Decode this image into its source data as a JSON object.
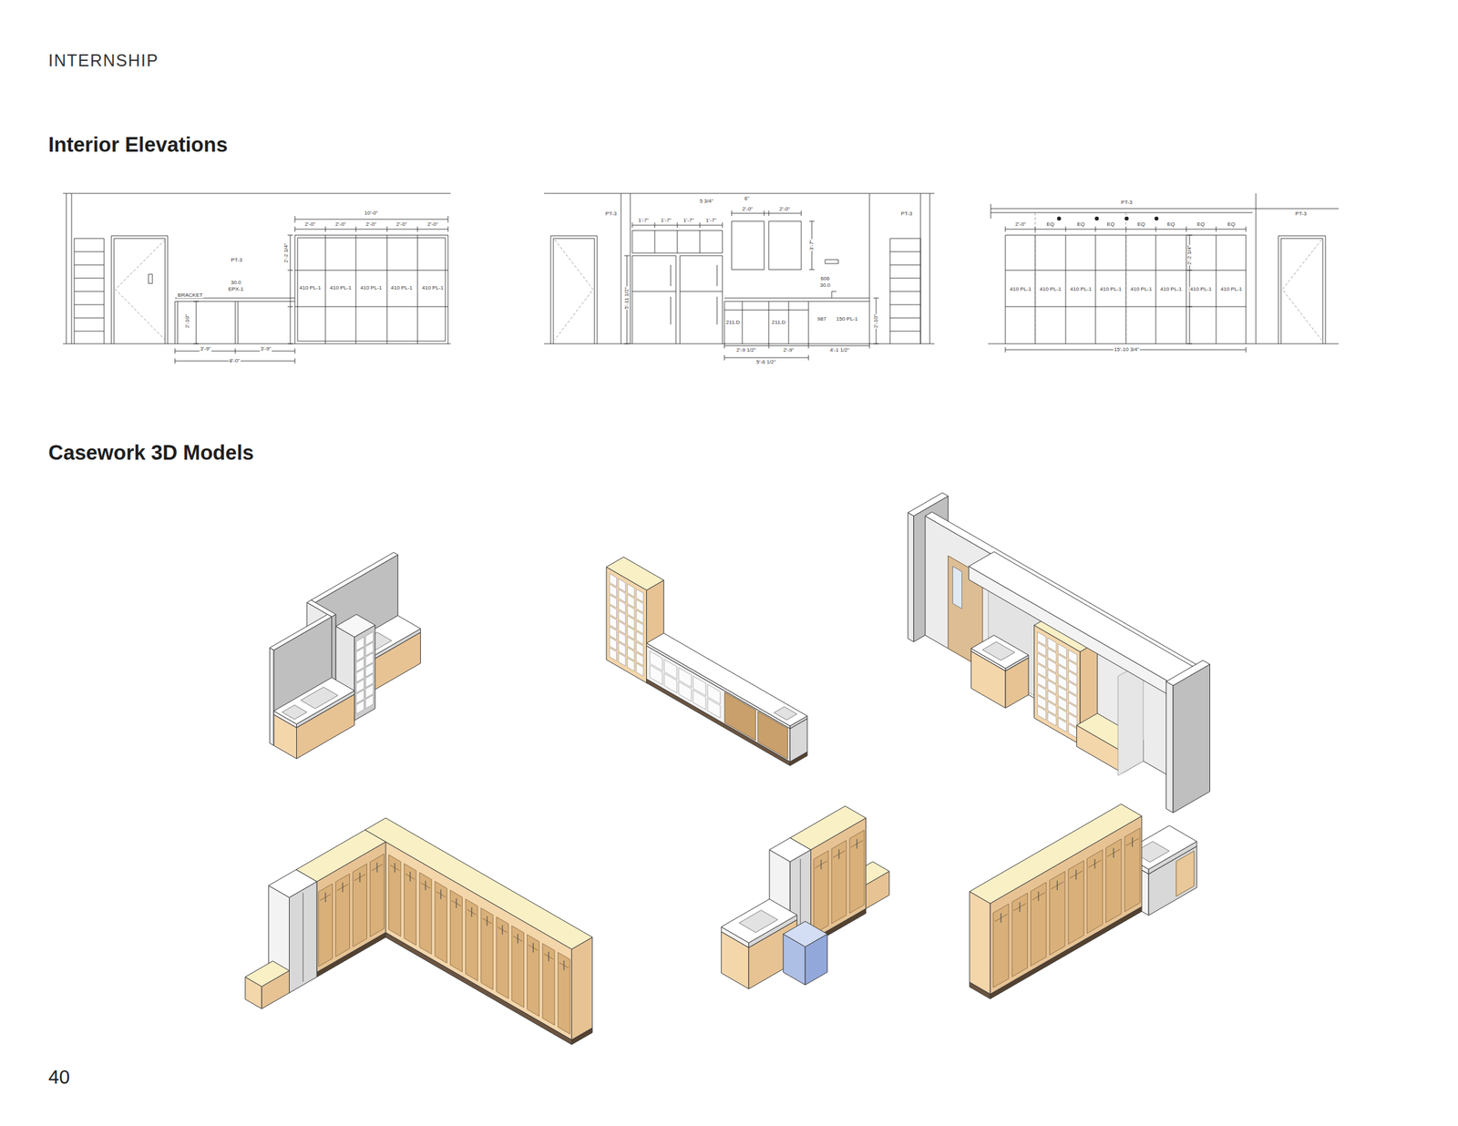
{
  "diagram": {
    "title": "INTERNSHIP",
    "labels": [
      "Interior Elevations",
      "Casework 3D Models",
      "40",
      "10'-0\"",
      "2'-0\"",
      "2'-0\"",
      "2'-0\"",
      "2'-0\"",
      "2'-0\"",
      "PT-3",
      "30.0",
      "EPX-1",
      "BRACKET",
      "410 PL-1",
      "410 PL-1",
      "410 PL-1",
      "410 PL-1",
      "410 PL-1",
      "2'-2 1/4\"",
      "2'-10\"",
      "3'-9\"",
      "3'-9\"",
      "8'-0\"",
      "PT-3",
      "5 3/4\"",
      "6\"",
      "2'-0\"",
      "2'-0\"",
      "1'-7\"",
      "1'-7\"",
      "1'-7\"",
      "1'-7\"",
      "PT-3",
      "3'-7\"",
      "5'-11 1/2\"",
      "606",
      "30.0",
      "211.D",
      "211.D",
      "987",
      "150 PL-1",
      "2'-10\"",
      "2'-9 1/2\"",
      "2'-9\"",
      "4'-1 1/2\"",
      "5'-6 1/2\"",
      "2'-0\"",
      "EQ",
      "EQ",
      "EQ",
      "EQ",
      "EQ",
      "EQ",
      "EQ",
      "PT-3",
      "PT-3",
      "410 PL-1",
      "410 PL-1",
      "410 PL-1",
      "410 PL-1",
      "410 PL-1",
      "410 PL-1",
      "410 PL-1",
      "410 PL-1",
      "2'-2 1/4\"",
      "15'-10 3/4\""
    ]
  }
}
